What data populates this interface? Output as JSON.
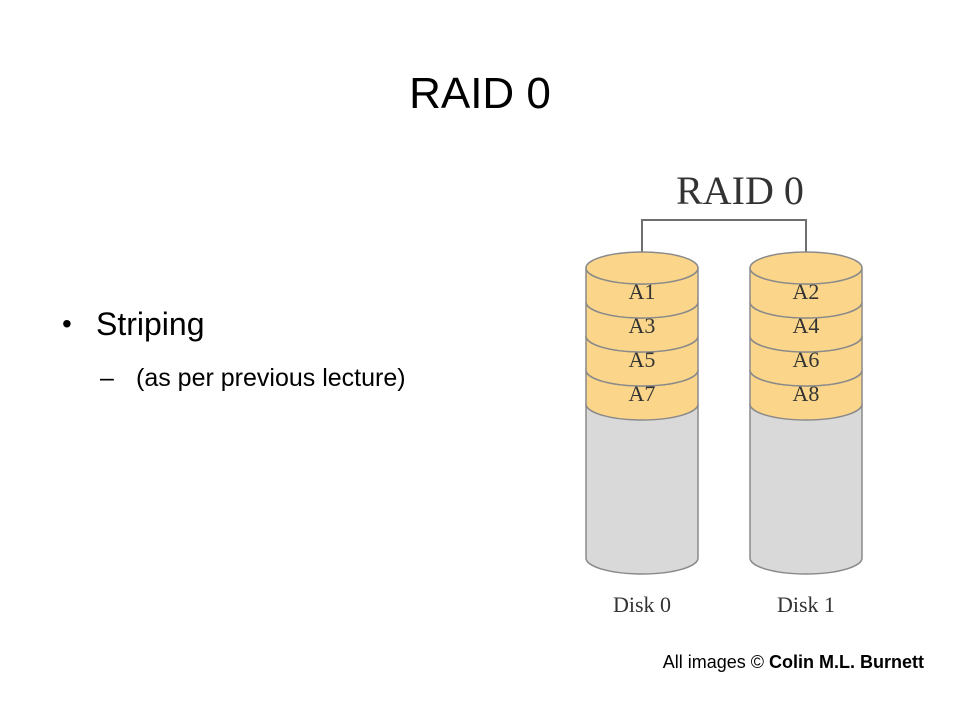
{
  "slide": {
    "title": "RAID 0",
    "bullets": [
      {
        "text": "Striping",
        "sub": "(as per previous lecture)"
      }
    ],
    "credit": {
      "prefix": "All images ©",
      "author": "Colin M.L. Burnett"
    }
  },
  "diagram": {
    "title": "RAID 0",
    "disks": [
      {
        "label": "Disk 0",
        "blocks": [
          "A1",
          "A3",
          "A5",
          "A7"
        ]
      },
      {
        "label": "Disk 1",
        "blocks": [
          "A2",
          "A4",
          "A6",
          "A8"
        ]
      }
    ],
    "colors": {
      "block_fill": "#fbd68a",
      "empty_fill": "#d9d9d9",
      "outline": "#8a8a8a",
      "connector": "#6f6f6f",
      "label_text": "#333333"
    }
  }
}
